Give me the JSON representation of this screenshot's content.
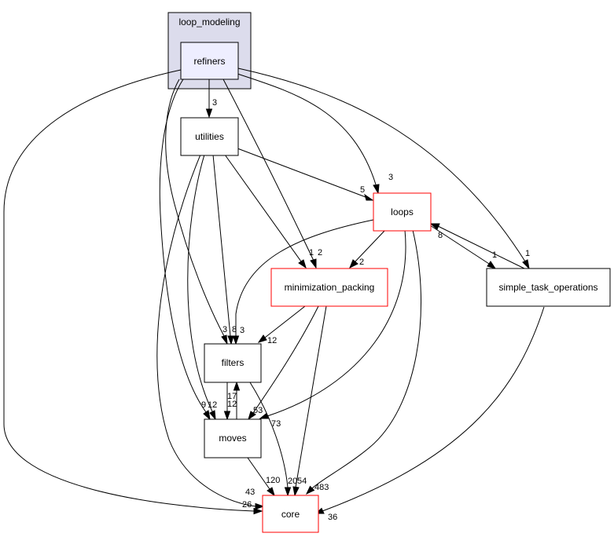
{
  "graph": {
    "cluster_label": "loop_modeling",
    "nodes": {
      "refiners": "refiners",
      "utilities": "utilities",
      "loops": "loops",
      "minimization_packing": "minimization_packing",
      "simple_task_operations": "simple_task_operations",
      "filters": "filters",
      "moves": "moves",
      "core": "core"
    },
    "edge_labels": {
      "refiners_utilities": "3",
      "refiners_loops": "3",
      "refiners_minpack": "2",
      "refiners_simple": "1",
      "refiners_filters": "3",
      "refiners_moves": "9",
      "refiners_core": "26",
      "utilities_loops": "5",
      "utilities_minpack": "1",
      "utilities_filters": "8",
      "utilities_moves": "12",
      "utilities_core": "43",
      "loops_minpack": "2",
      "loops_filters": "3",
      "loops_moves": "53",
      "loops_core": "483",
      "loops_simple": "1",
      "simple_loops": "8",
      "simple_core": "36",
      "minpack_filters": "12",
      "minpack_moves": "73",
      "minpack_core": "54",
      "filters_moves": "12",
      "filters_core": "20",
      "moves_filters": "17",
      "moves_core": "120"
    },
    "colors": {
      "cluster_fill": "#dcdcec",
      "cluster_stroke": "#000000",
      "refiners_fill": "#eeeeff",
      "red_border": "#ff0000",
      "black_border": "#000000"
    }
  }
}
